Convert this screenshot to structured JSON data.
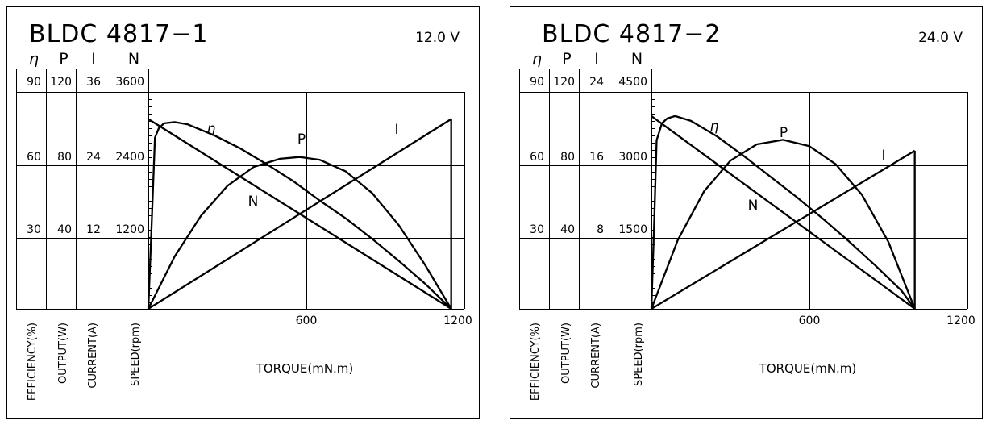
{
  "chart_data": [
    {
      "type": "line",
      "title": "BLDC  4817−1",
      "voltage": "12.0  V",
      "xlabel": "TORQUE(mN.m)",
      "x_ticks": [
        "600",
        "1200"
      ],
      "xlim": [
        0,
        1200
      ],
      "column_symbols": [
        "η",
        "P",
        "I",
        "N"
      ],
      "column_labels": [
        "EFFICIENCY(%)",
        "OUTPUT(W)",
        "CURRENT(A)",
        "SPEED(rpm)"
      ],
      "scales": {
        "efficiency": {
          "ticks": [
            "90",
            "60",
            "30"
          ],
          "max": 90
        },
        "output": {
          "ticks": [
            "120",
            "80",
            "40"
          ],
          "max": 120
        },
        "current": {
          "ticks": [
            "36",
            "24",
            "12"
          ],
          "max": 36
        },
        "speed": {
          "ticks": [
            "3600",
            "2400",
            "1200"
          ],
          "max": 3600
        }
      },
      "curve_labels": {
        "efficiency": "η",
        "output": "P",
        "current": "I",
        "speed": "N"
      },
      "series": [
        {
          "name": "N",
          "axis": "speed",
          "points": [
            [
              0,
              3150
            ],
            [
              1150,
              0
            ]
          ]
        },
        {
          "name": "I",
          "axis": "current",
          "points": [
            [
              0,
              0
            ],
            [
              1150,
              31.5
            ]
          ]
        },
        {
          "name": "P",
          "axis": "output",
          "points": [
            [
              0,
              0
            ],
            [
              100,
              29
            ],
            [
              200,
              51.5
            ],
            [
              300,
              68
            ],
            [
              400,
              78.5
            ],
            [
              500,
              83
            ],
            [
              575,
              84
            ],
            [
              650,
              82.5
            ],
            [
              750,
              76
            ],
            [
              850,
              64
            ],
            [
              950,
              46.5
            ],
            [
              1050,
              24.5
            ],
            [
              1150,
              0
            ]
          ]
        },
        {
          "name": "η",
          "axis": "efficiency",
          "points": [
            [
              0,
              0
            ],
            [
              12,
              33
            ],
            [
              25,
              71
            ],
            [
              40,
              75
            ],
            [
              60,
              77
            ],
            [
              100,
              77.5
            ],
            [
              150,
              76.5
            ],
            [
              250,
              72
            ],
            [
              350,
              66.5
            ],
            [
              450,
              60
            ],
            [
              550,
              53
            ],
            [
              650,
              45
            ],
            [
              750,
              37.5
            ],
            [
              850,
              29
            ],
            [
              950,
              20
            ],
            [
              1050,
              10.5
            ],
            [
              1150,
              0
            ]
          ]
        }
      ]
    },
    {
      "type": "line",
      "title": "BLDC  4817−2",
      "voltage": "24.0  V",
      "xlabel": "TORQUE(mN.m)",
      "x_ticks": [
        "600",
        "1200"
      ],
      "xlim": [
        0,
        1200
      ],
      "column_symbols": [
        "η",
        "P",
        "I",
        "N"
      ],
      "column_labels": [
        "EFFICIENCY(%)",
        "OUTPUT(W)",
        "CURRENT(A)",
        "SPEED(rpm)"
      ],
      "scales": {
        "efficiency": {
          "ticks": [
            "90",
            "60",
            "30"
          ],
          "max": 90
        },
        "output": {
          "ticks": [
            "120",
            "80",
            "40"
          ],
          "max": 120
        },
        "current": {
          "ticks": [
            "24",
            "16",
            "8"
          ],
          "max": 24
        },
        "speed": {
          "ticks": [
            "4500",
            "3000",
            "1500"
          ],
          "max": 4500
        }
      },
      "curve_labels": {
        "efficiency": "η",
        "output": "P",
        "current": "I",
        "speed": "N"
      },
      "series": [
        {
          "name": "N",
          "axis": "speed",
          "points": [
            [
              0,
              4000
            ],
            [
              1000,
              0
            ]
          ]
        },
        {
          "name": "I",
          "axis": "current",
          "points": [
            [
              0,
              0
            ],
            [
              1000,
              17.5
            ]
          ]
        },
        {
          "name": "P",
          "axis": "output",
          "points": [
            [
              0,
              0
            ],
            [
              100,
              38
            ],
            [
              200,
              65
            ],
            [
              300,
              82
            ],
            [
              400,
              91
            ],
            [
              500,
              93.5
            ],
            [
              600,
              90
            ],
            [
              700,
              80
            ],
            [
              800,
              63
            ],
            [
              900,
              37
            ],
            [
              1000,
              0
            ]
          ]
        },
        {
          "name": "η",
          "axis": "efficiency",
          "points": [
            [
              0,
              0
            ],
            [
              10,
              34
            ],
            [
              20,
              70
            ],
            [
              40,
              77
            ],
            [
              60,
              79
            ],
            [
              90,
              80
            ],
            [
              150,
              78
            ],
            [
              250,
              71.5
            ],
            [
              350,
              63.5
            ],
            [
              450,
              55
            ],
            [
              550,
              46.5
            ],
            [
              650,
              37.5
            ],
            [
              750,
              28
            ],
            [
              850,
              18
            ],
            [
              950,
              7.5
            ],
            [
              1000,
              0
            ]
          ]
        }
      ]
    }
  ]
}
